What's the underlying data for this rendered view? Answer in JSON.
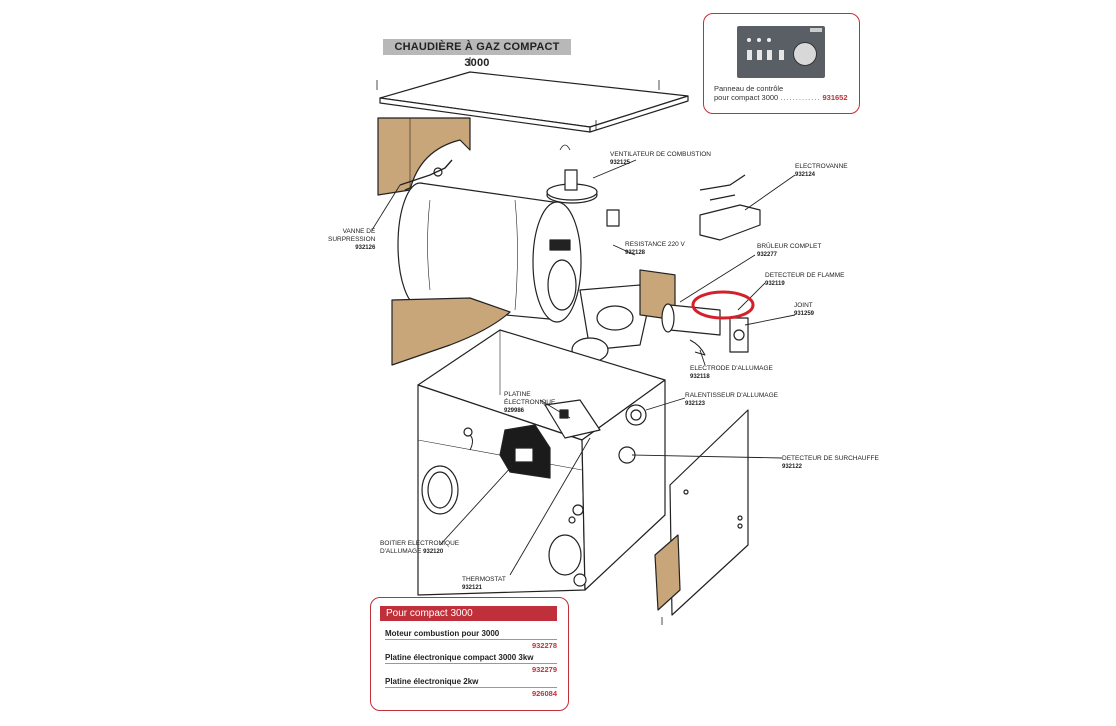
{
  "title": "CHAUDIÈRE À GAZ COMPACT 3000",
  "labels": {
    "ventilateur": {
      "name": "VENTILATEUR DE COMBUSTION",
      "code": "932125"
    },
    "electrovanne": {
      "name": "ELECTROVANNE",
      "code": "932124"
    },
    "vanne": {
      "name1": "VANNE DE",
      "name2": "SURPRESSION",
      "code": "932126"
    },
    "resistance": {
      "name": "RESISTANCE 220 V",
      "code": "932128"
    },
    "bruleur": {
      "name": "BRÛLEUR COMPLET",
      "code": "932277"
    },
    "detecteur_flamme": {
      "name": "DETECTEUR DE FLAMME",
      "code": "932119"
    },
    "joint": {
      "name": "JOINT",
      "code": "931259"
    },
    "electrode": {
      "name": "ELECTRODE D'ALLUMAGE",
      "code": "932118"
    },
    "platine": {
      "name1": "PLATINE",
      "name2": "ÉLECTRONIQUE",
      "code": "929986"
    },
    "ralentisseur": {
      "name": "RALENTISSEUR D'ALLUMAGE",
      "code": "932123"
    },
    "detecteur_surchauffe": {
      "name": "DETECTEUR DE SURCHAUFFE",
      "code": "932122"
    },
    "boitier": {
      "name1": "BOITIER ELECTRONIQUE",
      "name2": "D'ALLUMAGE",
      "code": "932120"
    },
    "thermostat": {
      "name": "THERMOSTAT",
      "code": "932121"
    }
  },
  "control_panel": {
    "line1": "Panneau de contrôle",
    "line2": "pour compact 3000",
    "code": "931652"
  },
  "parts_list": {
    "header": "Pour compact 3000",
    "items": [
      {
        "name": "Moteur combustion pour 3000",
        "code": "932278"
      },
      {
        "name": "Platine électronique compact 3000 3kw",
        "code": "932279"
      },
      {
        "name": "Platine électronique 2kw",
        "code": "926084"
      }
    ]
  },
  "colors": {
    "accent": "#c0303a",
    "title_bg": "#b8b8b8",
    "highlight": "#d4202a"
  }
}
